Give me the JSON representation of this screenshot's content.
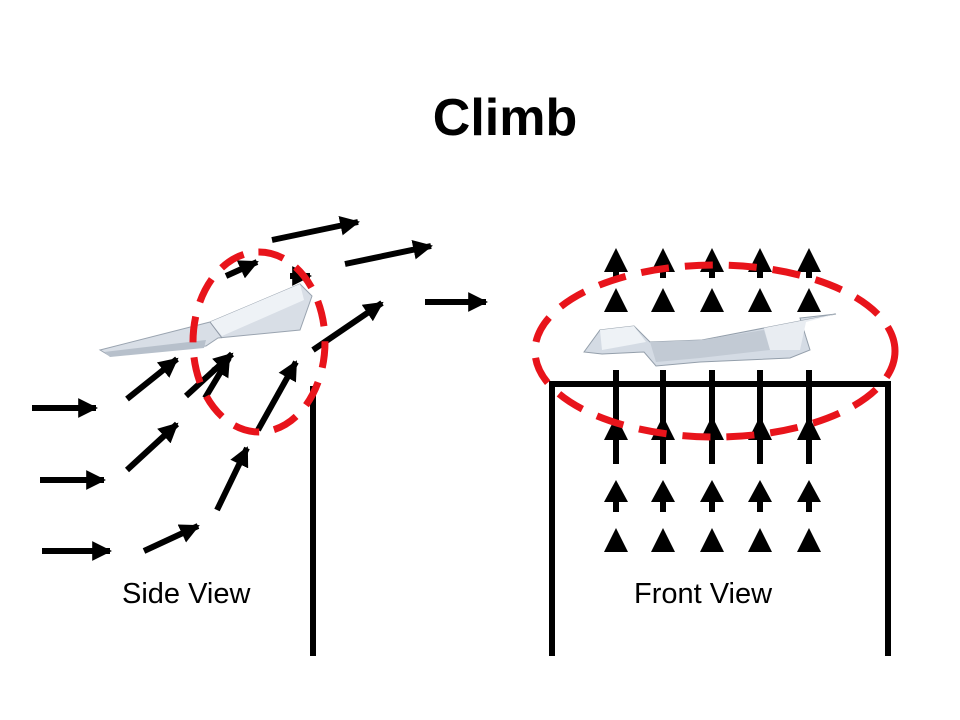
{
  "slide": {
    "title": "Climb",
    "side_view_label": "Side View",
    "front_view_label": "Front View"
  },
  "colors": {
    "arrow": "#000000",
    "highlight": "#e8141b",
    "plane": "#d6dde6",
    "background": "#ffffff"
  },
  "icons": {
    "airflow_arrow": "airflow-arrow-icon",
    "paper_airplane": "paper-airplane-icon",
    "highlight_ellipse": "highlight-ellipse-icon"
  }
}
